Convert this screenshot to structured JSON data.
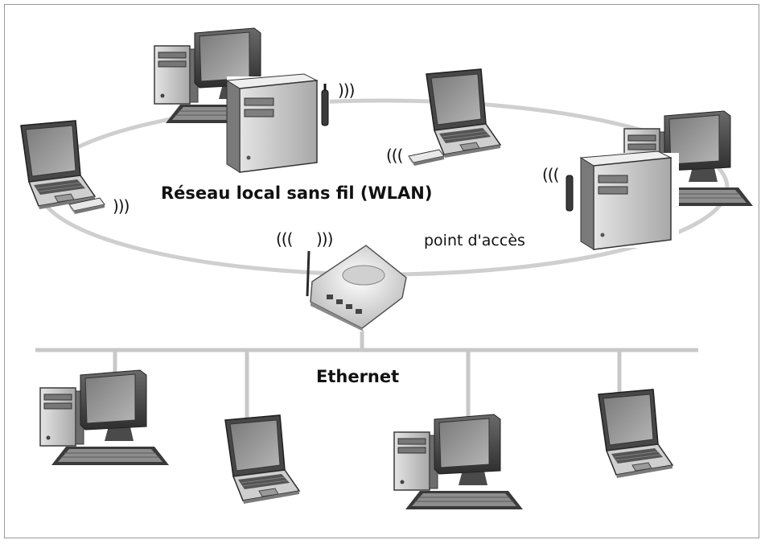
{
  "labels": {
    "wlan": "Réseau local sans fil (WLAN)",
    "access_point": "point d'accès",
    "ethernet": "Ethernet"
  },
  "waves": {
    "right": ")))",
    "left": "((("
  },
  "colors": {
    "ring": "#cfcfcf",
    "cable": "#c8c8c8",
    "frame": "#9a9a9a",
    "device_dark": "#4a4a4a",
    "device_mid": "#9a9a9a",
    "device_light": "#d8d8d8"
  }
}
